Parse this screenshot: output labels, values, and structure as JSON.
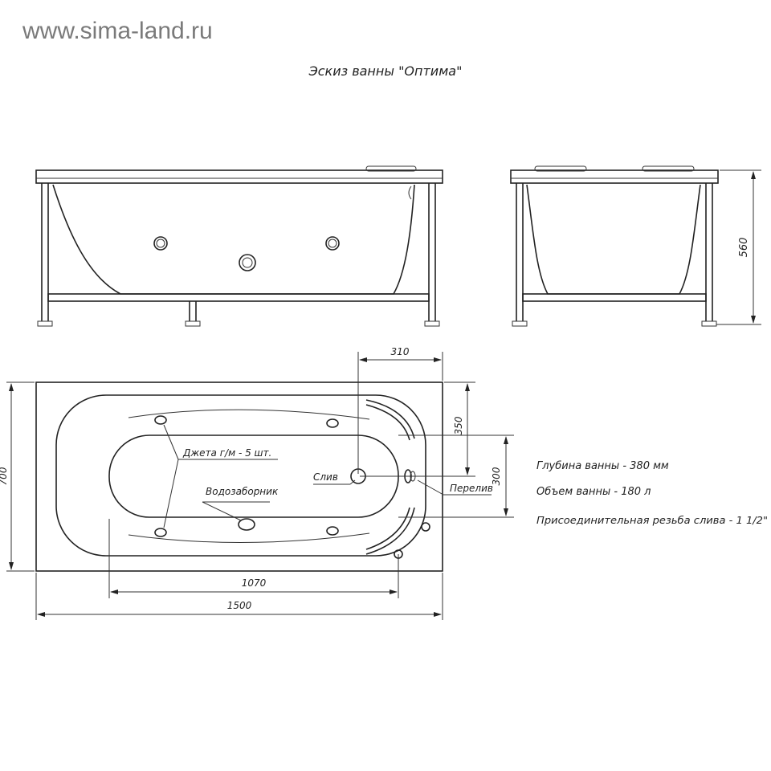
{
  "watermark": "www.sima-land.ru",
  "title": "Эскиз ванны \"Оптима\"",
  "dimensions": {
    "height": "560",
    "width": "700",
    "offset_top": "310",
    "offset_right": "350",
    "inner_width": "300",
    "inner_length": "1070",
    "total_length": "1500"
  },
  "labels": {
    "jets": "Джета г/м - 5 шт.",
    "intake": "Водозаборник",
    "drain": "Слив",
    "overflow": "Перелив"
  },
  "specs": [
    "Глубина ванны - 380 мм",
    "Объем ванны - 180 л",
    "Присоединительная резьба слива - 1 1/2\""
  ]
}
